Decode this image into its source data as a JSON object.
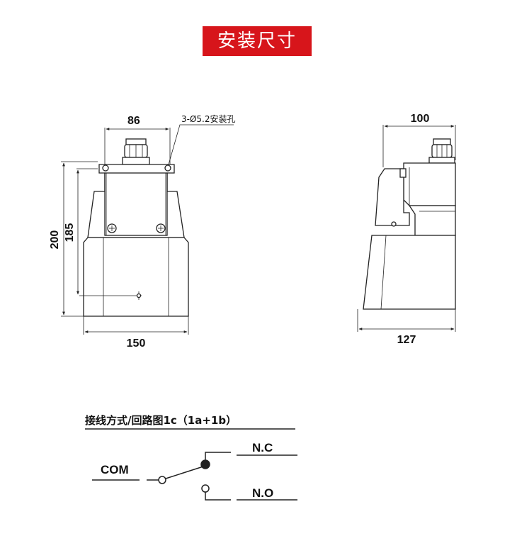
{
  "title": "安装尺寸",
  "front_view": {
    "width_top": "86",
    "hole_note": "3-Ø5.2安装孔",
    "height_total": "200",
    "height_inner": "185",
    "width_bottom": "150"
  },
  "side_view": {
    "width_top": "100",
    "width_bottom": "127"
  },
  "wiring": {
    "title": "接线方式/回路图1c（1a+1b）",
    "com": "COM",
    "nc": "N.C",
    "no": "N.O"
  },
  "colors": {
    "title_bg": "#d7151b",
    "line": "#222222"
  }
}
